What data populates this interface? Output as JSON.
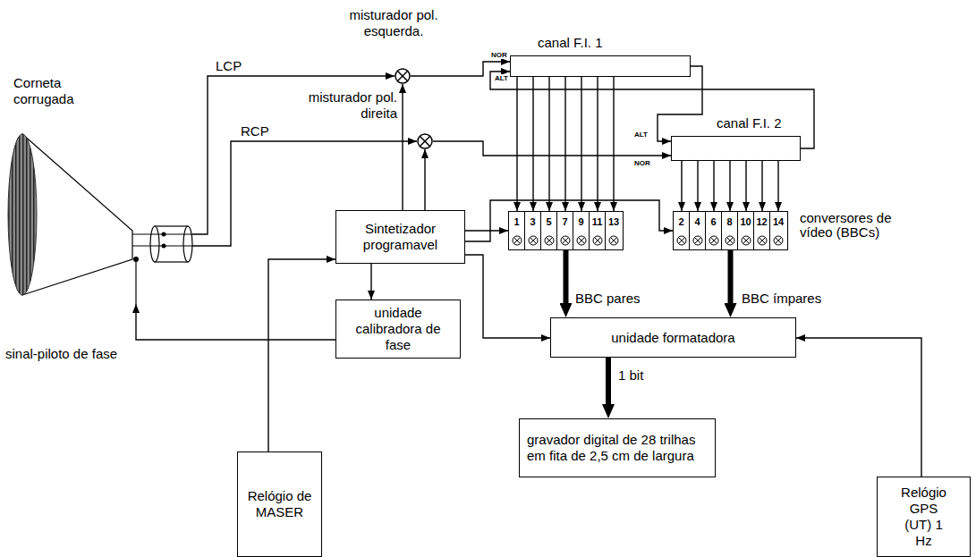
{
  "diagram": {
    "nodes": [
      {
        "text": [
          "Corneta corrugada"
        ]
      },
      {
        "text": [
          "misturador pol. esquerda."
        ]
      },
      {
        "text": [
          "misturador pol. direita"
        ]
      },
      {
        "text": [
          "canal F.I. 1"
        ]
      },
      {
        "text": [
          "canal F.I. 2"
        ]
      },
      {
        "text": [
          "1",
          "3",
          "5",
          "7",
          "9",
          "11",
          "13"
        ]
      },
      {
        "text": [
          "2",
          "4",
          "6",
          "8",
          "10",
          "12",
          "14"
        ]
      },
      {
        "text": [
          "Sintetizador programavel"
        ]
      },
      {
        "text": [
          "unidade calibradora de fase"
        ]
      },
      {
        "text": [
          "Relógio de MASER"
        ]
      },
      {
        "text": [
          "unidade formatadora"
        ]
      },
      {
        "text": [
          "gravador digital de 28 trilhas em fita de 2,5 cm de largura"
        ]
      },
      {
        "text": [
          "Relógio GPS (UT) 1 Hz"
        ]
      }
    ],
    "edges": [
      {
        "from": 0,
        "to": 1,
        "arrow": "to",
        "label": "LCP"
      },
      {
        "from": 0,
        "to": 2,
        "arrow": "to",
        "label": "RCP"
      },
      {
        "from": 1,
        "to": 3,
        "arrow": "to"
      },
      {
        "from": 2,
        "to": 4,
        "arrow": "to"
      },
      {
        "from": 3,
        "to": 4,
        "arrow": "to"
      },
      {
        "from": 4,
        "to": 3,
        "arrow": "to"
      },
      {
        "from": 3,
        "to": 5,
        "arrow": "to"
      },
      {
        "from": 4,
        "to": 6,
        "arrow": "to"
      },
      {
        "from": 7,
        "to": 1,
        "arrow": "to"
      },
      {
        "from": 7,
        "to": 2,
        "arrow": "to"
      },
      {
        "from": 7,
        "to": 5,
        "arrow": "to"
      },
      {
        "from": 7,
        "to": 6,
        "arrow": "to"
      },
      {
        "from": 7,
        "to": 10,
        "arrow": "to"
      },
      {
        "from": 7,
        "to": 8,
        "arrow": "to"
      },
      {
        "from": 8,
        "to": 0,
        "arrow": "to",
        "label": "sinal-piloto de fase"
      },
      {
        "from": 9,
        "to": 7,
        "arrow": "to"
      },
      {
        "from": 5,
        "to": 10,
        "arrow": "to",
        "label": "BBC pares"
      },
      {
        "from": 6,
        "to": 10,
        "arrow": "to",
        "label": "BBC ímpares"
      },
      {
        "from": 10,
        "to": 11,
        "arrow": "to",
        "label": "1 bit"
      },
      {
        "from": 12,
        "to": 10,
        "arrow": "to"
      }
    ],
    "labels": [
      "NOR",
      "ALT",
      "ALT",
      "NOR",
      "conversores de vídeo (BBCs)"
    ]
  }
}
